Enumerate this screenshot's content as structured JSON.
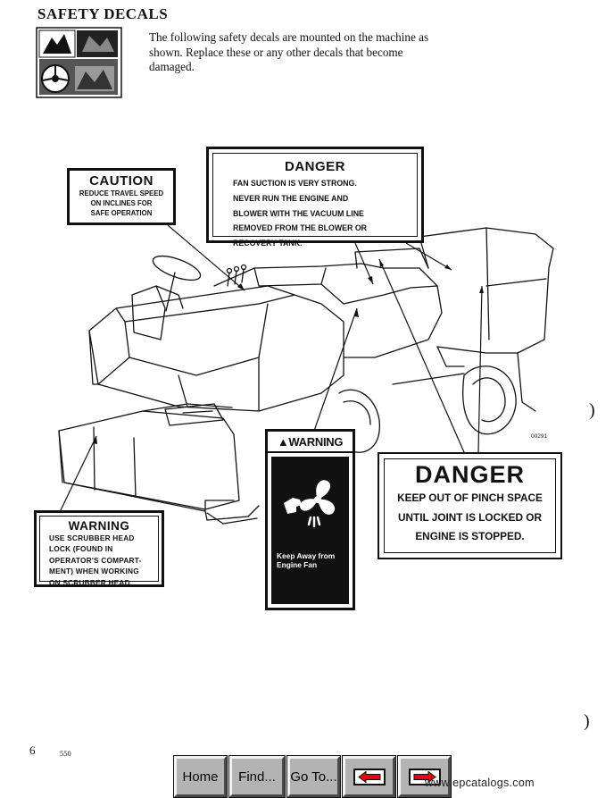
{
  "page": {
    "title": "SAFETY DECALS",
    "intro": "The following safety decals are mounted on the machine as shown. Replace these or any other decals that become damaged.",
    "figure_number": "00291",
    "page_number": "6",
    "doc_number": "550",
    "side_marks": [
      ")",
      ")"
    ]
  },
  "decals": {
    "caution": {
      "heading": "CAUTION",
      "lines": [
        "REDUCE TRAVEL SPEED",
        "ON INCLINES FOR",
        "SAFE OPERATION"
      ]
    },
    "danger_fan": {
      "heading": "DANGER",
      "lines": [
        "FAN SUCTION IS VERY STRONG.",
        "NEVER RUN THE ENGINE AND",
        "BLOWER WITH THE VACUUM LINE",
        "REMOVED FROM THE BLOWER OR",
        "RECOVERY TANK."
      ]
    },
    "warning_scrubber": {
      "heading": "WARNING",
      "lines": [
        "USE SCRUBBER HEAD",
        "LOCK (FOUND IN",
        "OPERATOR'S COMPART-",
        "MENT) WHEN WORKING",
        "ON SCRUBBER HEAD."
      ]
    },
    "warning_fan": {
      "heading": "WARNING",
      "lines": [
        "Keep Away from",
        "Engine Fan"
      ],
      "icon": "fan-hazard-icon"
    },
    "danger_pinch": {
      "heading": "DANGER",
      "lines": [
        "KEEP OUT OF PINCH SPACE",
        "UNTIL JOINT IS LOCKED OR",
        "ENGINE IS STOPPED."
      ]
    }
  },
  "navigation": {
    "home_label": "Home",
    "find_label": "Find...",
    "goto_label": "Go To...",
    "prev_icon": "arrow-left-icon",
    "next_icon": "arrow-right-icon",
    "arrow_color": "#e8000b"
  },
  "watermark": "www.epcatalogs.com"
}
